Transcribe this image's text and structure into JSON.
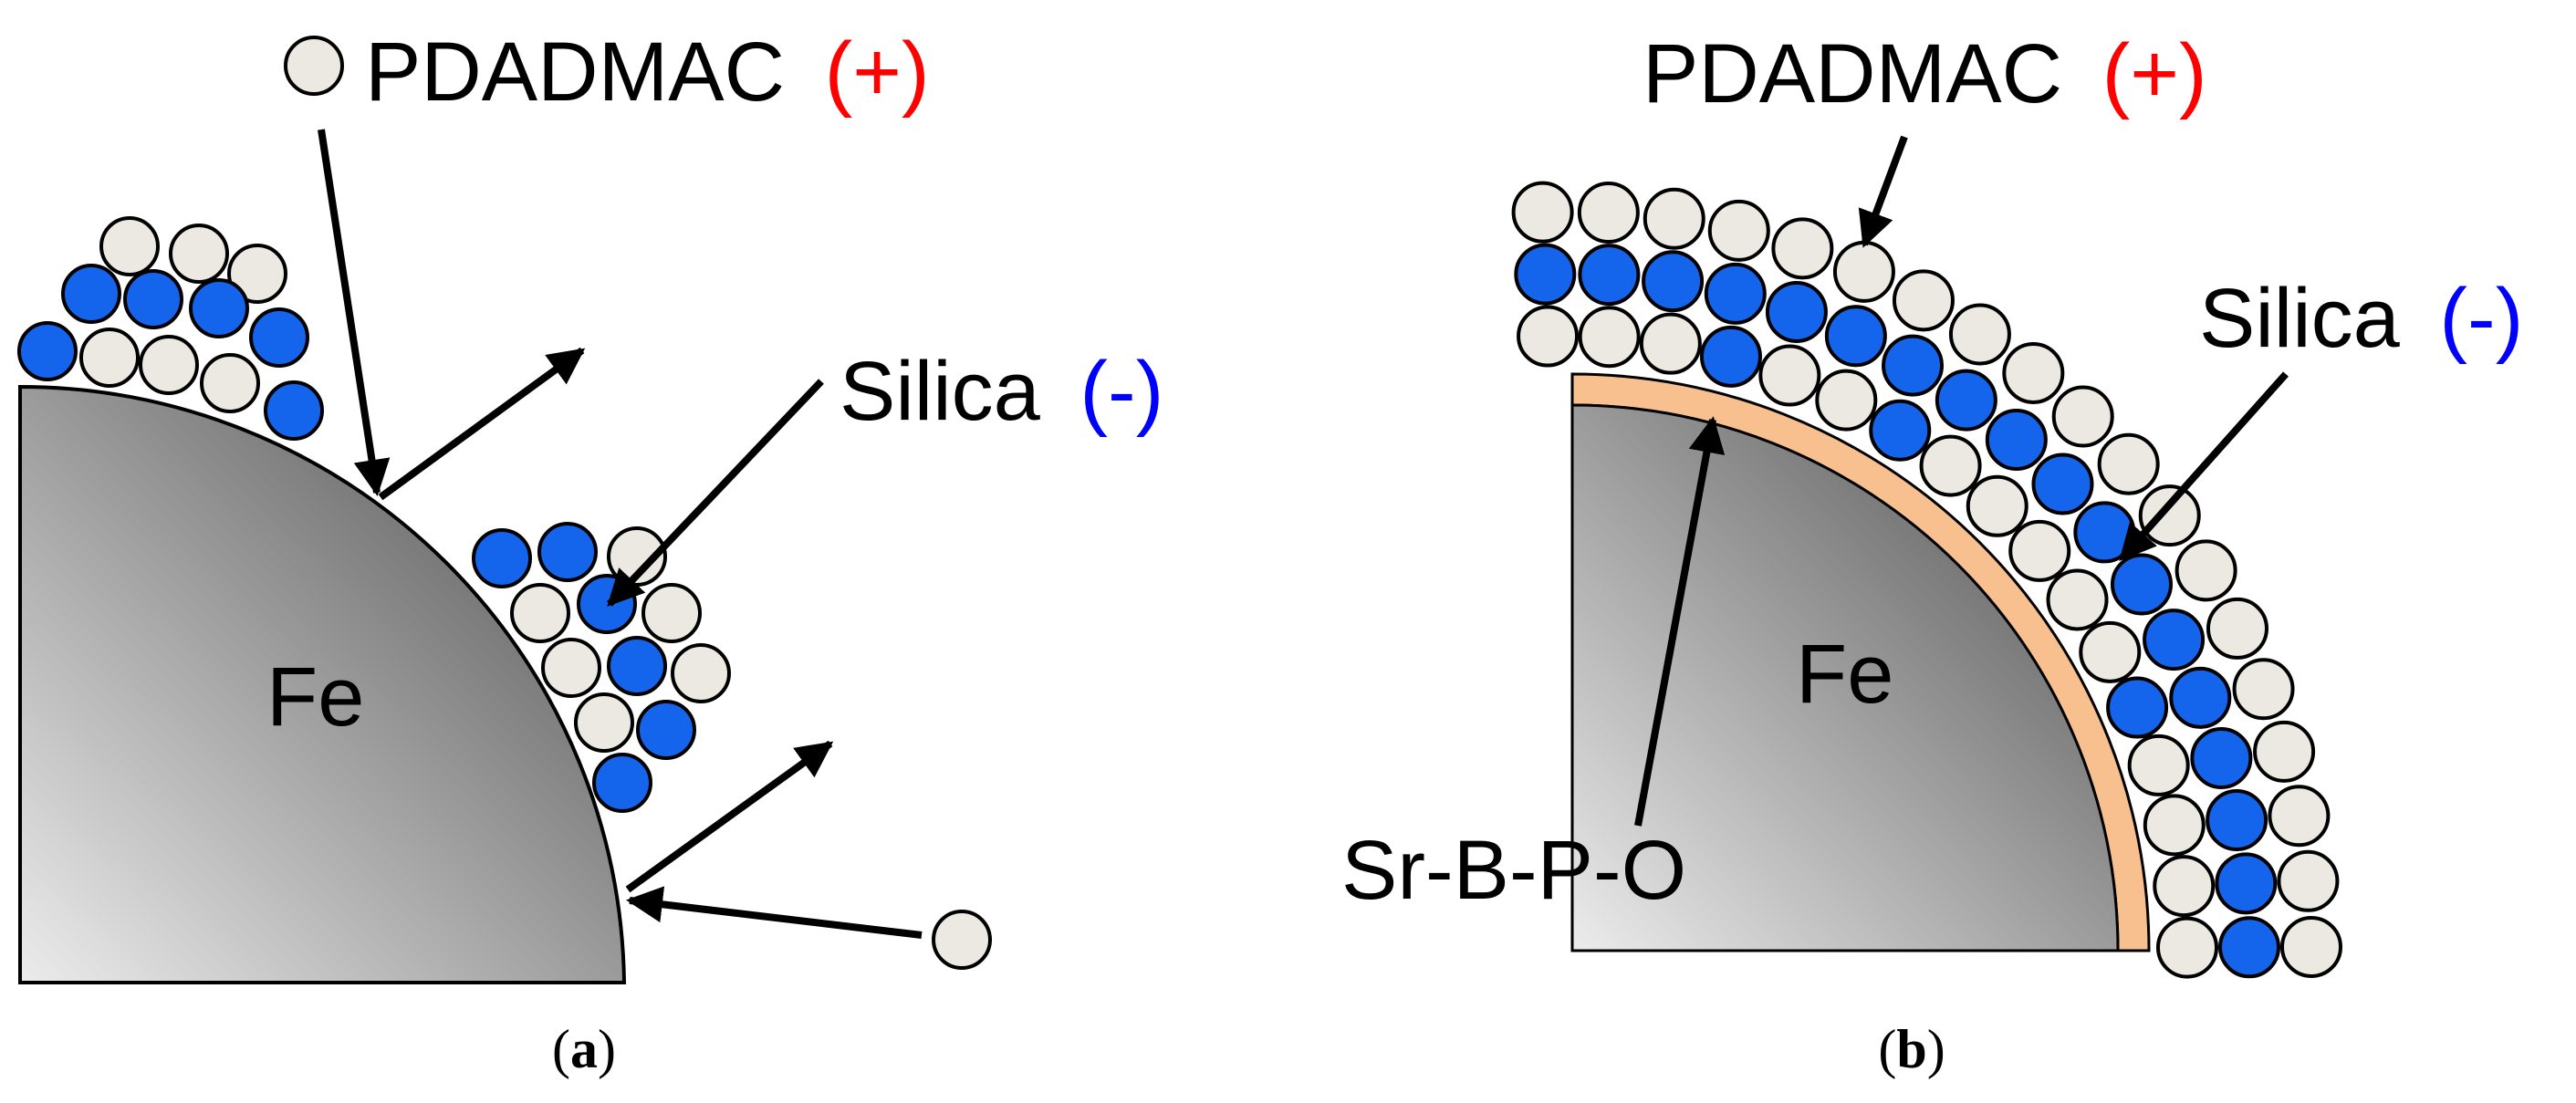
{
  "colors": {
    "particle_white": "#ebe9e1",
    "particle_blue": "#1465ec",
    "positive": "#ff0000",
    "negative": "#0000ff",
    "coating": "#f9c08f",
    "core_dark": "#4a4a4a",
    "core_light": "#ececec"
  },
  "panel_a": {
    "polymer_label": "PDADMAC",
    "polymer_charge": "(+)",
    "silica_label": "Silica",
    "silica_charge": "(-)",
    "core_label": "Fe",
    "caption_open": "(",
    "caption_letter": "a",
    "caption_close": ")"
  },
  "panel_b": {
    "polymer_label": "PDADMAC",
    "polymer_charge": "(+)",
    "silica_label": "Silica",
    "silica_charge": "(-)",
    "core_label": "Fe",
    "coating_label": "Sr-B-P-O",
    "caption_open": "(",
    "caption_letter": "b",
    "caption_close": ")"
  }
}
